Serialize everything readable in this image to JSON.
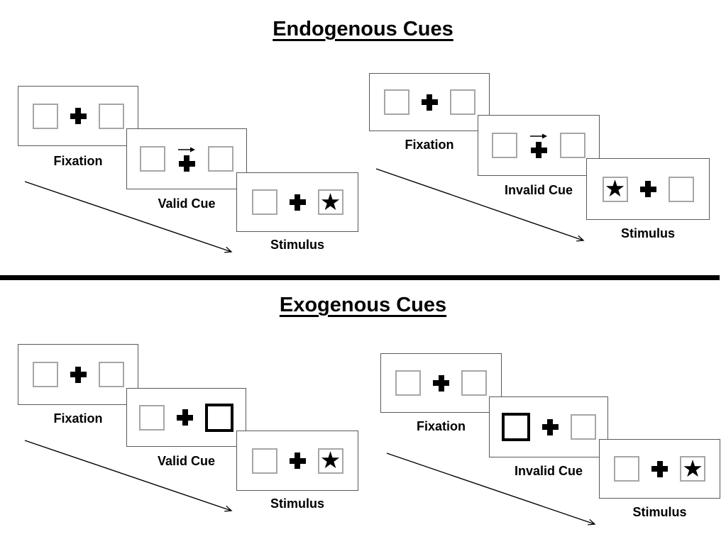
{
  "colors": {
    "background": "#ffffff",
    "ink": "#000000",
    "panel_border": "#595959",
    "box_border": "#a6a6a6"
  },
  "glyphs": {
    "star": "★"
  },
  "sections": [
    {
      "title": "Endogenous Cues",
      "groups": [
        {
          "condition": "valid",
          "panels": [
            {
              "label": "Fixation"
            },
            {
              "label": "Valid Cue",
              "cue": "central-arrow-pointing-right"
            },
            {
              "label": "Stimulus",
              "star_side": "right"
            }
          ]
        },
        {
          "condition": "invalid",
          "panels": [
            {
              "label": "Fixation"
            },
            {
              "label": "Invalid Cue",
              "cue": "central-arrow-pointing-right"
            },
            {
              "label": "Stimulus",
              "star_side": "left"
            }
          ]
        }
      ]
    },
    {
      "title": "Exogenous Cues",
      "groups": [
        {
          "condition": "valid",
          "panels": [
            {
              "label": "Fixation"
            },
            {
              "label": "Valid Cue",
              "cue": "right-box-highlighted"
            },
            {
              "label": "Stimulus",
              "star_side": "right"
            }
          ]
        },
        {
          "condition": "invalid",
          "panels": [
            {
              "label": "Fixation"
            },
            {
              "label": "Invalid Cue",
              "cue": "left-box-highlighted"
            },
            {
              "label": "Stimulus",
              "star_side": "right"
            }
          ]
        }
      ]
    }
  ]
}
